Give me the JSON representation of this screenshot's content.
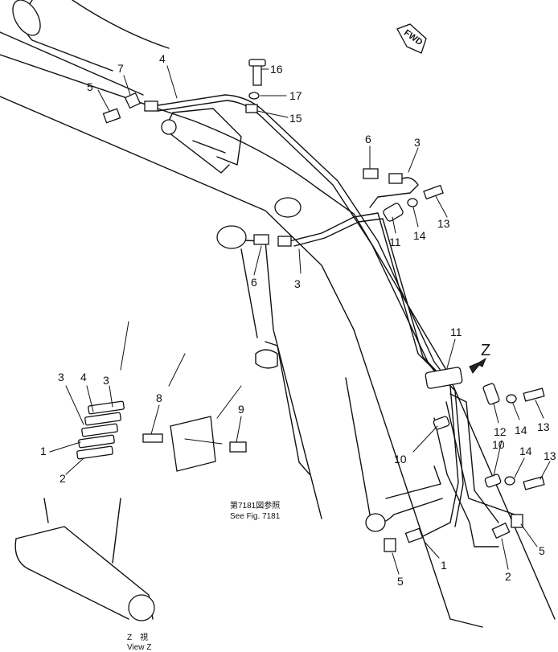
{
  "callouts": [
    {
      "id": "c16",
      "text": "16"
    },
    {
      "id": "c17",
      "text": "17"
    },
    {
      "id": "c15",
      "text": "15"
    },
    {
      "id": "c7",
      "text": "7"
    },
    {
      "id": "c4top",
      "text": "4"
    },
    {
      "id": "c5top",
      "text": "5"
    },
    {
      "id": "c6top",
      "text": "6"
    },
    {
      "id": "c3top",
      "text": "3"
    },
    {
      "id": "c13top",
      "text": "13"
    },
    {
      "id": "c14top",
      "text": "14"
    },
    {
      "id": "c11top",
      "text": "11"
    },
    {
      "id": "c6mid",
      "text": "6"
    },
    {
      "id": "c3mid",
      "text": "3"
    },
    {
      "id": "c11mid",
      "text": "11"
    },
    {
      "id": "c12",
      "text": "12"
    },
    {
      "id": "c14mid",
      "text": "14"
    },
    {
      "id": "c13mid",
      "text": "13"
    },
    {
      "id": "c10a",
      "text": "10"
    },
    {
      "id": "c10b",
      "text": "10"
    },
    {
      "id": "c14low",
      "text": "14"
    },
    {
      "id": "c13low",
      "text": "13"
    },
    {
      "id": "c1right",
      "text": "1"
    },
    {
      "id": "c5right",
      "text": "5"
    },
    {
      "id": "c5bottom",
      "text": "5"
    },
    {
      "id": "c2right",
      "text": "2"
    },
    {
      "id": "c3left",
      "text": "3"
    },
    {
      "id": "c4left",
      "text": "4"
    },
    {
      "id": "c3left2",
      "text": "3"
    },
    {
      "id": "c8",
      "text": "8"
    },
    {
      "id": "c9",
      "text": "9"
    },
    {
      "id": "c1left",
      "text": "1"
    },
    {
      "id": "c2left",
      "text": "2"
    }
  ],
  "view_label": "Z",
  "fwd_label": "FWD",
  "reference_jp": "第7181図参照",
  "reference_en": "See Fig. 7181",
  "view_caption_jp": "Z　視",
  "view_caption_en": "View Z"
}
